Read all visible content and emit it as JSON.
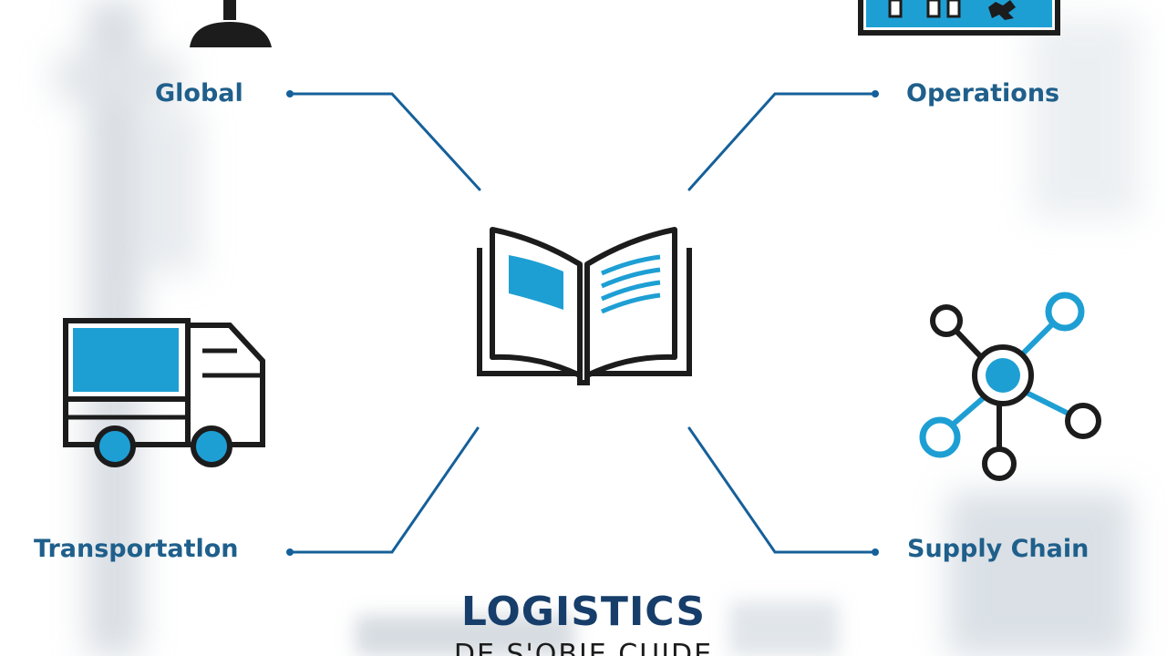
{
  "colors": {
    "accent_blue": "#1e9fd4",
    "outline_dark": "#1c1c1c",
    "label_blue": "#1f5f8b",
    "connector_blue": "#15609a",
    "title_navy": "#173e6a",
    "background": "#ffffff"
  },
  "hub": {
    "icon": "open-book-icon"
  },
  "nodes": {
    "global": {
      "label": "Global",
      "icon": "globe-stand-icon"
    },
    "operations": {
      "label": "Operations",
      "icon": "operations-panel-icon"
    },
    "transportation": {
      "label": "Transportatlon",
      "icon": "truck-icon"
    },
    "supply_chain": {
      "label": "Supply Chain",
      "icon": "network-nodes-icon"
    }
  },
  "title": "LOGISTICS",
  "subtitle": "DE S'OBIE CUIDE"
}
